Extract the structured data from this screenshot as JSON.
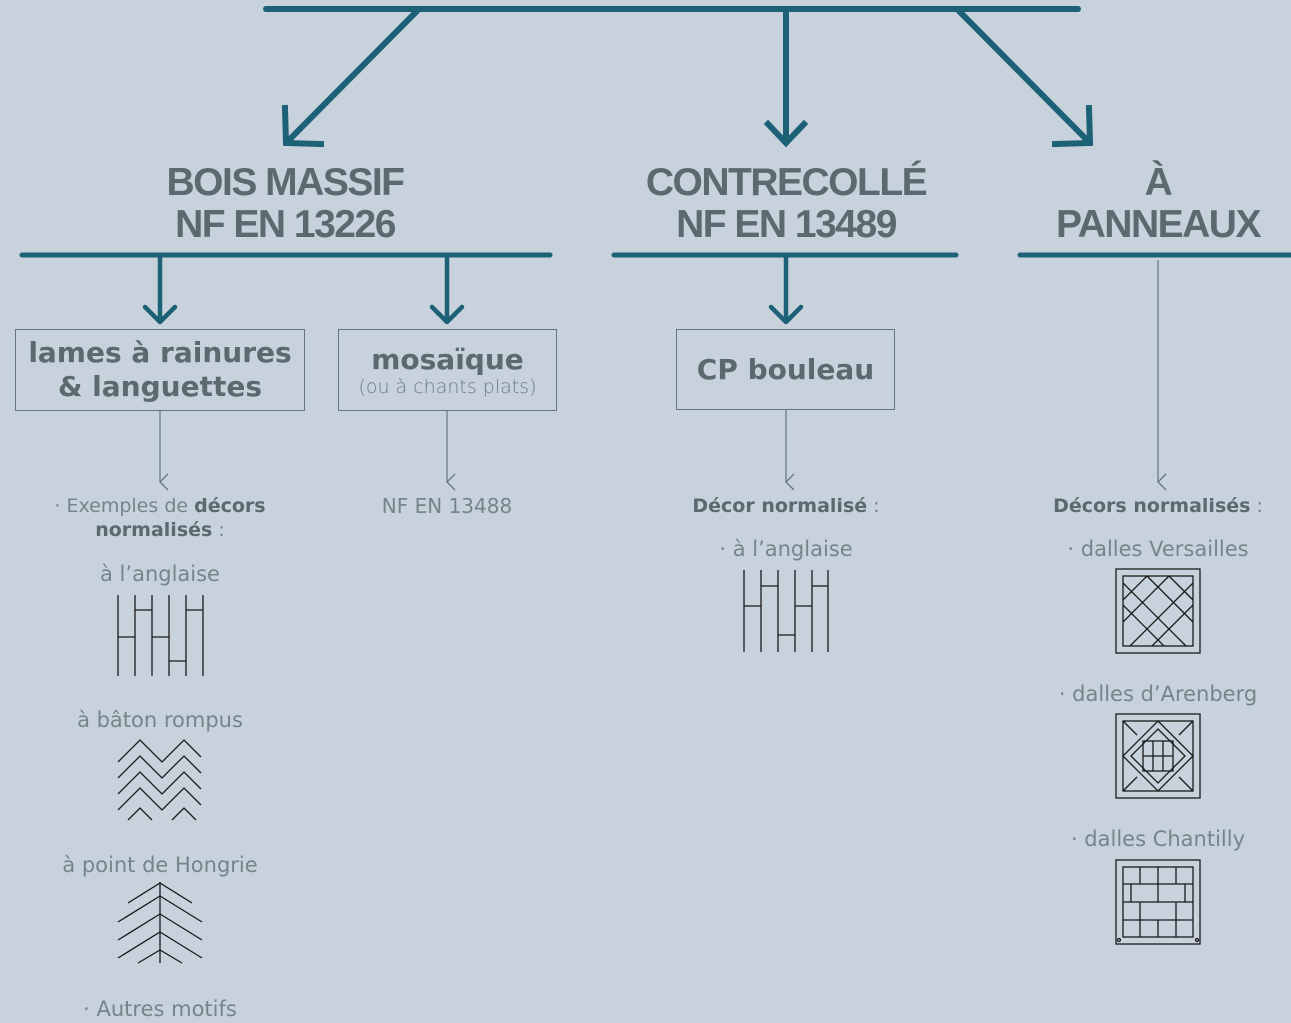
{
  "categories": {
    "bois_massif": {
      "title": "BOIS MASSIF",
      "norm": "NF EN 13226"
    },
    "contrecolle": {
      "title": "CONTRECOLLÉ",
      "norm": "NF EN 13489"
    },
    "panneaux": {
      "title": "À",
      "title2": "PANNEAUX"
    }
  },
  "boxes": {
    "lames": {
      "line1": "lames à rainures",
      "line2": "& languettes"
    },
    "mosaique": {
      "title": "mosaïque",
      "subtitle": "(ou à chants plats)"
    },
    "cp": {
      "title": "CP bouleau"
    }
  },
  "lames_detail": {
    "intro_prefix": "· Exemples de ",
    "intro_bold1": "décors",
    "intro_bold2": "normalisés",
    "intro_suffix": " :",
    "decors": [
      "à l’anglaise",
      "à bâton rompus",
      "à point de Hongrie"
    ],
    "others": "· Autres motifs"
  },
  "mosaique_detail": {
    "norm": "NF EN 13488"
  },
  "cp_detail": {
    "heading_bold": "Décor normalisé",
    "heading_suffix": " :",
    "item": "· à l’anglaise"
  },
  "panneaux_detail": {
    "heading_bold": "Décors normalisés",
    "heading_suffix": " :",
    "items": [
      "· dalles Versailles",
      "· dalles d’Arenberg",
      "· dalles Chantilly"
    ]
  },
  "colors": {
    "background": "#c7d2dc",
    "connector": "#1d6177",
    "text": "#5b6a6e",
    "thin_line": "#66767c"
  }
}
